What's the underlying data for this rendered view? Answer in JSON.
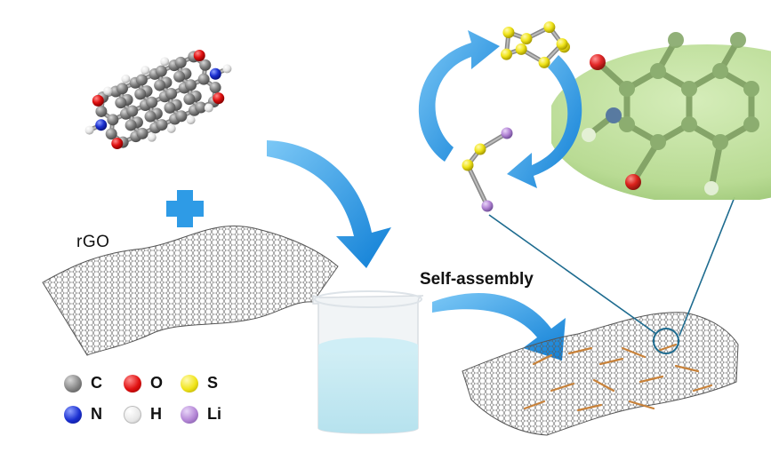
{
  "labels": {
    "rgo": "rGO",
    "self_assembly": "Self-assembly"
  },
  "legend": [
    {
      "symbol": "C",
      "color": "#7a7a7a"
    },
    {
      "symbol": "O",
      "color": "#e01010"
    },
    {
      "symbol": "S",
      "color": "#e8e020"
    },
    {
      "symbol": "N",
      "color": "#1a2fd0"
    },
    {
      "symbol": "H",
      "color": "#e6e6e6"
    },
    {
      "symbol": "Li",
      "color": "#b484e0"
    }
  ],
  "colors": {
    "arrow_blue": "#1e9be8",
    "plus_blue": "#2e9be6",
    "callout_line": "#1d6b8f",
    "zoom_sphere": "#b9dc95",
    "sulfur": "#f0e41a",
    "lithium": "#b486d6",
    "rgo_line": "#5a5a5a",
    "pdi_rod": "#c8823a"
  },
  "icons": {
    "plus": "plus-icon",
    "beaker": "beaker-icon"
  }
}
